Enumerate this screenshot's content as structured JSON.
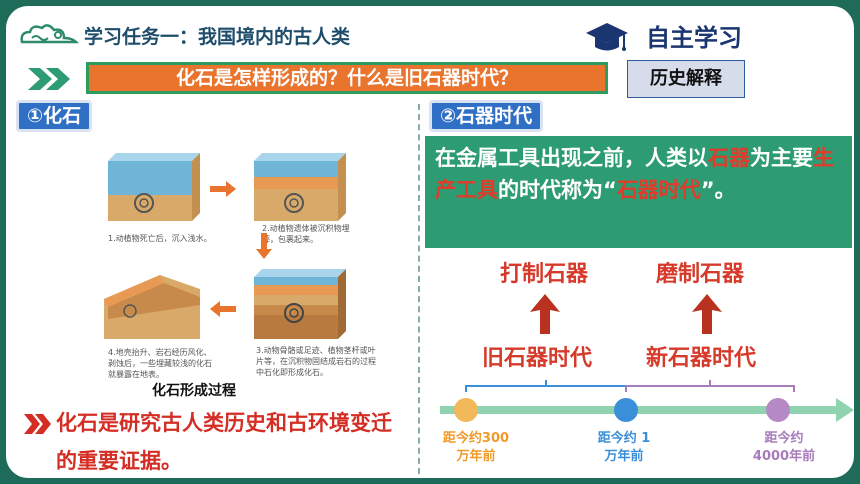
{
  "header": {
    "title": "学习任务一：我国境内的古人类",
    "self_study": "自主学习"
  },
  "question": {
    "text": "化石是怎样形成的？什么是旧石器时代？",
    "tag": "历史解释"
  },
  "left": {
    "section_tag": "①化石",
    "panels": [
      {
        "caption": "1.动植物死亡后，沉入浅水。"
      },
      {
        "caption": "2.动植物遗体被沉积物埋葬，包裹起来。"
      },
      {
        "caption": "3.动物骨骼或足迹、植物茎杆或叶片等，在沉积物固结成岩石的过程中石化即形成化石。"
      },
      {
        "caption": "4.地壳抬升、岩石经历风化、剥蚀后，一些埋藏较浅的化石就暴露在地表。"
      }
    ],
    "figure_caption": "化石形成过程",
    "conclusion": "化石是研究古人类历史和古环境变迁的重要证据。"
  },
  "right": {
    "section_tag": "②石器时代",
    "definition": {
      "part1": "在金属工具出现之前，人类以",
      "hl1": "石器",
      "part2": "为主要",
      "hl2": "生产工具",
      "part3": "的时代称为“",
      "hl3": "石器时代",
      "part4": "”。"
    },
    "tools": [
      "打制石器",
      "磨制石器"
    ],
    "eras": [
      "旧石器时代",
      "新石器时代"
    ],
    "timeline": [
      {
        "label_line1": "距今约300",
        "label_line2": "万年前",
        "color": "#f2b95a"
      },
      {
        "label_line1": "距今约 1",
        "label_line2": "万年前",
        "color": "#3b8fd9"
      },
      {
        "label_line1": "距今约",
        "label_line2": "4000年前",
        "color": "#b58ac4"
      }
    ]
  },
  "colors": {
    "accent_green": "#2e9c73",
    "accent_orange": "#e8742e",
    "red": "#d63a2b",
    "blue_tag": "#2f6fc5"
  }
}
